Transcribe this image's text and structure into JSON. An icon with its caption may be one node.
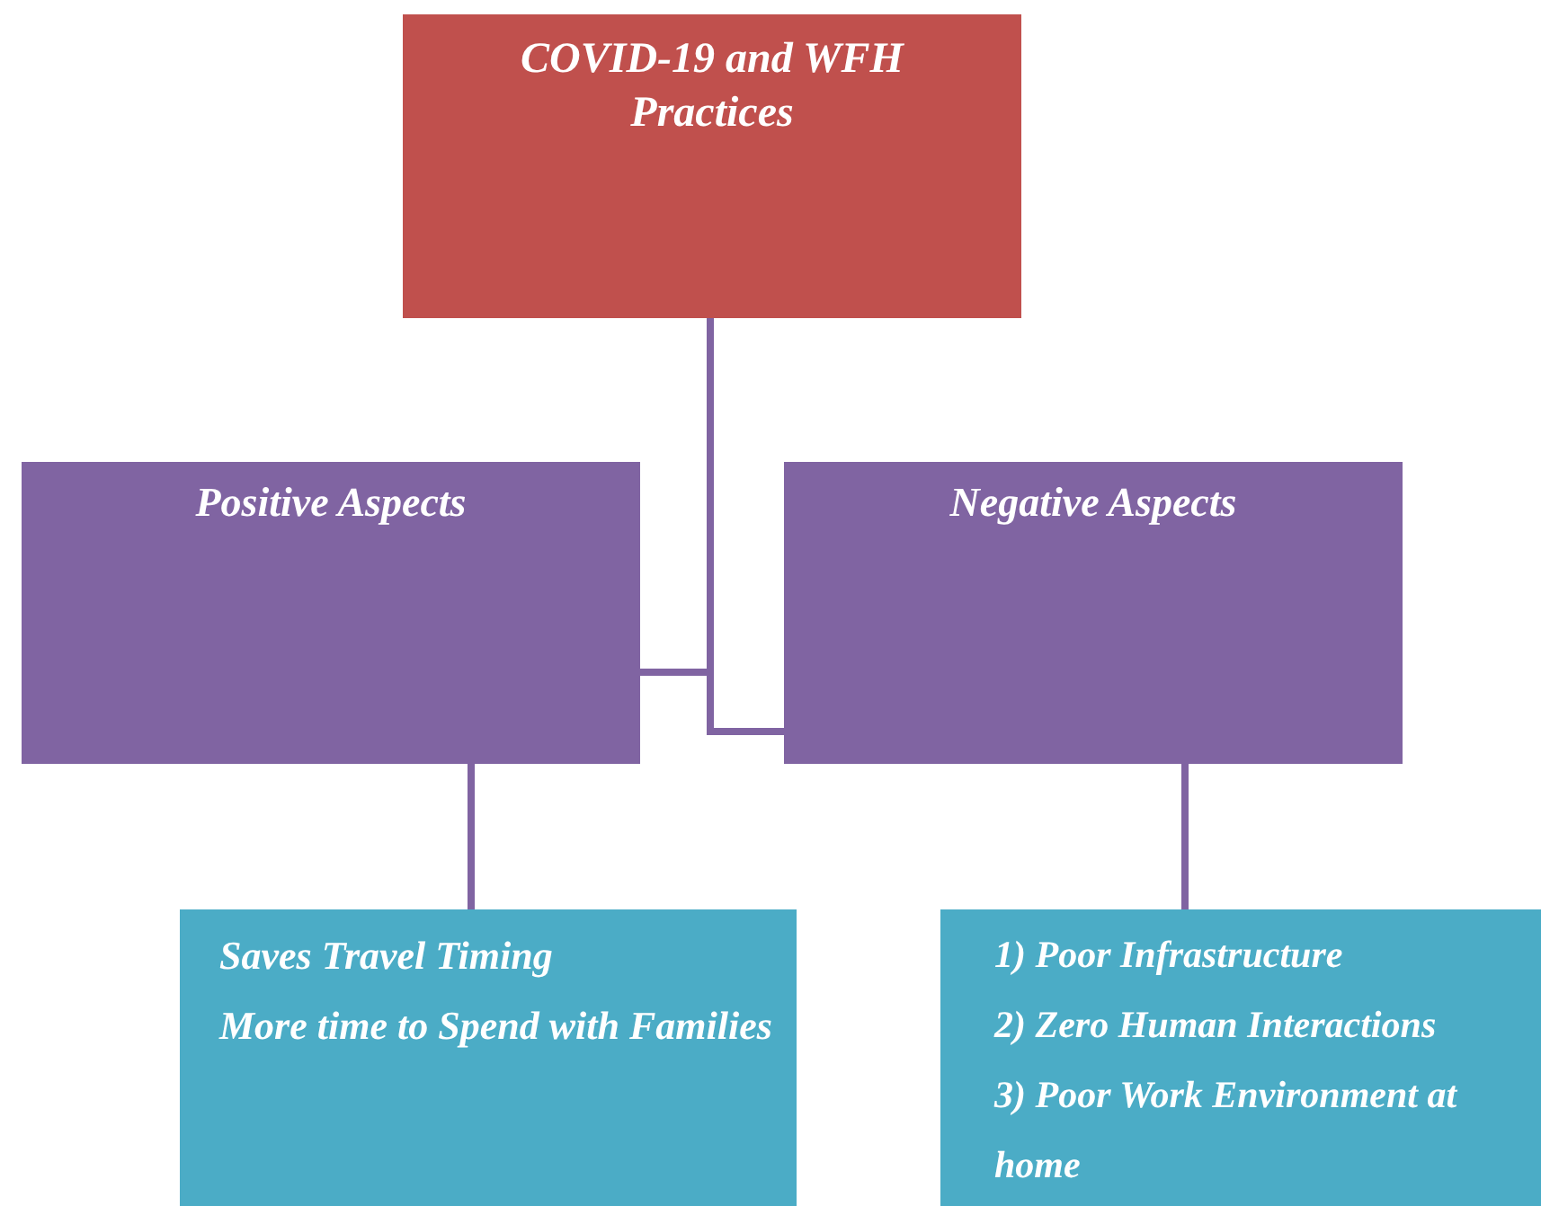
{
  "diagram": {
    "nodes": [
      {
        "text": [
          "COVID-19 and WFH Practices"
        ]
      },
      {
        "text": [
          "Positive Aspects"
        ]
      },
      {
        "text": [
          "Negative Aspects"
        ]
      },
      {
        "text": [
          "Saves Travel Timing",
          "More time to Spend with Families"
        ]
      },
      {
        "text": [
          "1) Poor Infrastructure",
          "2) Zero Human Interactions",
          "3) Poor Work Environment at home"
        ]
      }
    ],
    "edges": [
      {
        "from": 0,
        "to": 1,
        "arrow": "none"
      },
      {
        "from": 0,
        "to": 2,
        "arrow": "none"
      },
      {
        "from": 1,
        "to": 3,
        "arrow": "none"
      },
      {
        "from": 2,
        "to": 4,
        "arrow": "none"
      }
    ]
  }
}
